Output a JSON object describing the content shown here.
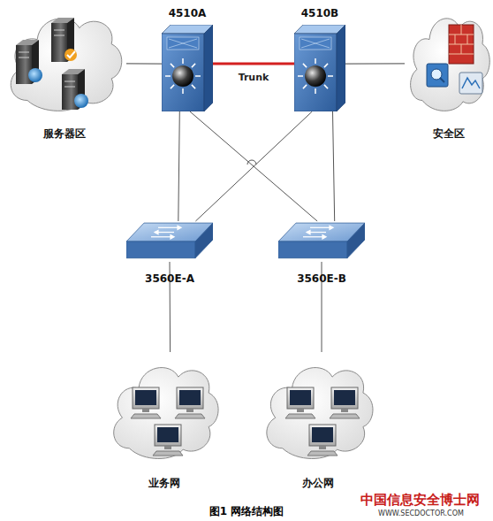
{
  "diagram": {
    "caption": "图1 网络结构图",
    "nodes": [
      {
        "text": [
          "服务器区"
        ]
      },
      {
        "text": [
          "4510A"
        ]
      },
      {
        "text": [
          "4510B"
        ]
      },
      {
        "text": [
          "安全区"
        ]
      },
      {
        "text": [
          "3560E-A"
        ]
      },
      {
        "text": [
          "3560E-B"
        ]
      },
      {
        "text": [
          "业务网"
        ]
      },
      {
        "text": [
          "办公网"
        ]
      }
    ],
    "edges": [
      {
        "from": 0,
        "to": 1,
        "arrow": "none"
      },
      {
        "from": 1,
        "to": 2,
        "label": "Trunk",
        "arrow": "none"
      },
      {
        "from": 2,
        "to": 3,
        "arrow": "none"
      },
      {
        "from": 1,
        "to": 4,
        "arrow": "none"
      },
      {
        "from": 1,
        "to": 5,
        "arrow": "none"
      },
      {
        "from": 2,
        "to": 4,
        "arrow": "none"
      },
      {
        "from": 2,
        "to": 5,
        "arrow": "none"
      },
      {
        "from": 4,
        "to": 6,
        "arrow": "none"
      },
      {
        "from": 5,
        "to": 7,
        "arrow": "none"
      }
    ],
    "labels": [
      "中国信息安全博士网",
      "WWW.SECDOCTOR.COM"
    ]
  }
}
